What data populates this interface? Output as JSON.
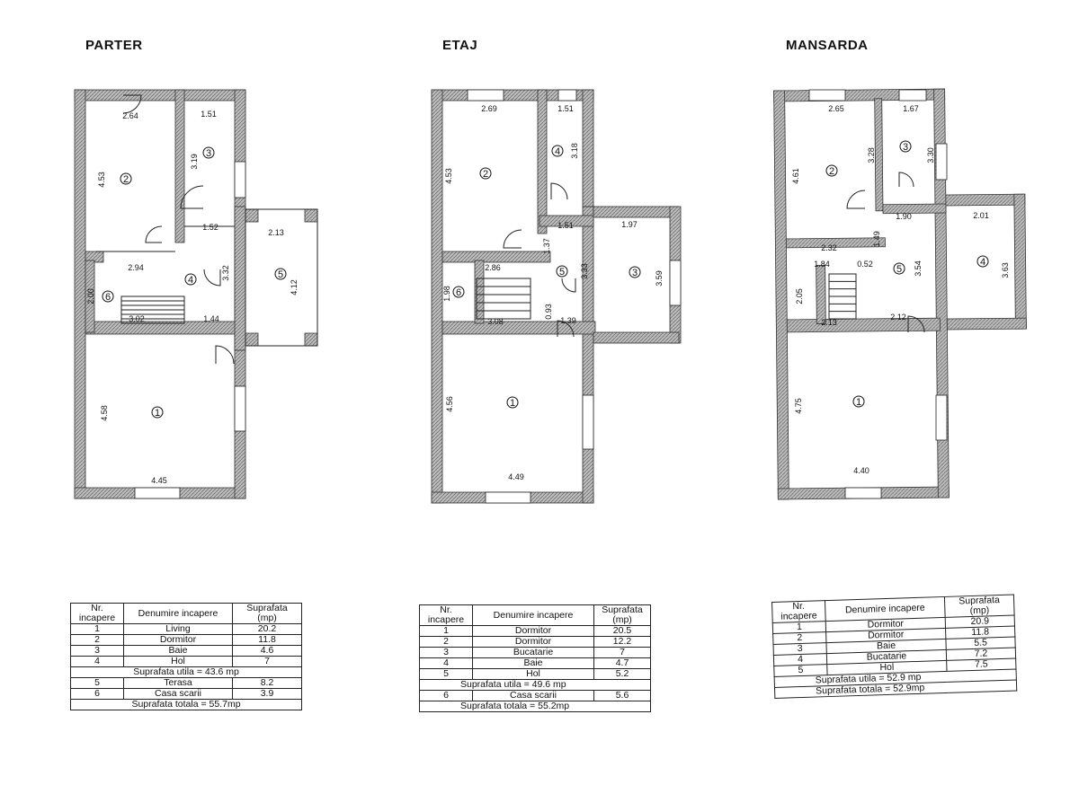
{
  "floors": [
    {
      "title": "PARTER",
      "labels": {
        "rooms": [
          "1",
          "2",
          "3",
          "4",
          "5",
          "6"
        ],
        "dims": [
          "2.64",
          "1.51",
          "4.53",
          "3.19",
          "1.52",
          "2.13",
          "3.32",
          "4.12",
          "2.94",
          "2.00",
          "3.02",
          "1.44",
          "4.58",
          "4.45"
        ]
      },
      "table": {
        "headers": [
          "Nr. incapere",
          "Denumire incapere",
          "Suprafata (mp)"
        ],
        "rows": [
          [
            "1",
            "Living",
            "20.2"
          ],
          [
            "2",
            "Dormitor",
            "11.8"
          ],
          [
            "3",
            "Baie",
            "4.6"
          ],
          [
            "4",
            "Hol",
            "7"
          ]
        ],
        "util": "Suprafata utila = 43.6 mp",
        "extra_rows": [
          [
            "5",
            "Terasa",
            "8.2"
          ],
          [
            "6",
            "Casa scarii",
            "3.9"
          ]
        ],
        "total": "Suprafata totala = 55.7mp"
      }
    },
    {
      "title": "ETAJ",
      "labels": {
        "rooms": [
          "1",
          "2",
          "3",
          "4",
          "5",
          "6"
        ],
        "dims": [
          "2.69",
          "1.51",
          "4.53",
          "3.18",
          "1.37",
          "1.51",
          "1.97",
          "2.86",
          "3.33",
          "3.59",
          "1.98",
          "3.08",
          "0.93",
          "1.39",
          "4.56",
          "4.49"
        ]
      },
      "table": {
        "headers": [
          "Nr. incapere",
          "Denumire incapere",
          "Suprafata (mp)"
        ],
        "rows": [
          [
            "1",
            "Dormitor",
            "20.5"
          ],
          [
            "2",
            "Dormitor",
            "12.2"
          ],
          [
            "3",
            "Bucatarie",
            "7"
          ],
          [
            "4",
            "Baie",
            "4.7"
          ],
          [
            "5",
            "Hol",
            "5.2"
          ]
        ],
        "util": "Suprafata utila = 49.6 mp",
        "extra_rows": [
          [
            "6",
            "Casa scarii",
            "5.6"
          ]
        ],
        "total": "Suprafata totala = 55.2mp"
      }
    },
    {
      "title": "MANSARDA",
      "labels": {
        "rooms": [
          "1",
          "2",
          "3",
          "4",
          "5"
        ],
        "dims": [
          "2.65",
          "1.67",
          "4.61",
          "3.28",
          "3.30",
          "1.90",
          "2.01",
          "1.49",
          "2.32",
          "1.84",
          "0.52",
          "3.54",
          "3.63",
          "2.05",
          "2.13",
          "2.12",
          "4.75",
          "4.40"
        ]
      },
      "table": {
        "headers": [
          "Nr. incapere",
          "Denumire incapere",
          "Suprafata (mp)"
        ],
        "rows": [
          [
            "1",
            "Dormitor",
            "20.9"
          ],
          [
            "2",
            "Dormitor",
            "11.8"
          ],
          [
            "3",
            "Baie",
            "5.5"
          ],
          [
            "4",
            "Bucatarie",
            "7.2"
          ],
          [
            "5",
            "Hol",
            "7.5"
          ]
        ],
        "util": "Suprafata utila = 52.9 mp",
        "extra_rows": [],
        "total": "Suprafata totala = 52.9mp"
      }
    }
  ]
}
